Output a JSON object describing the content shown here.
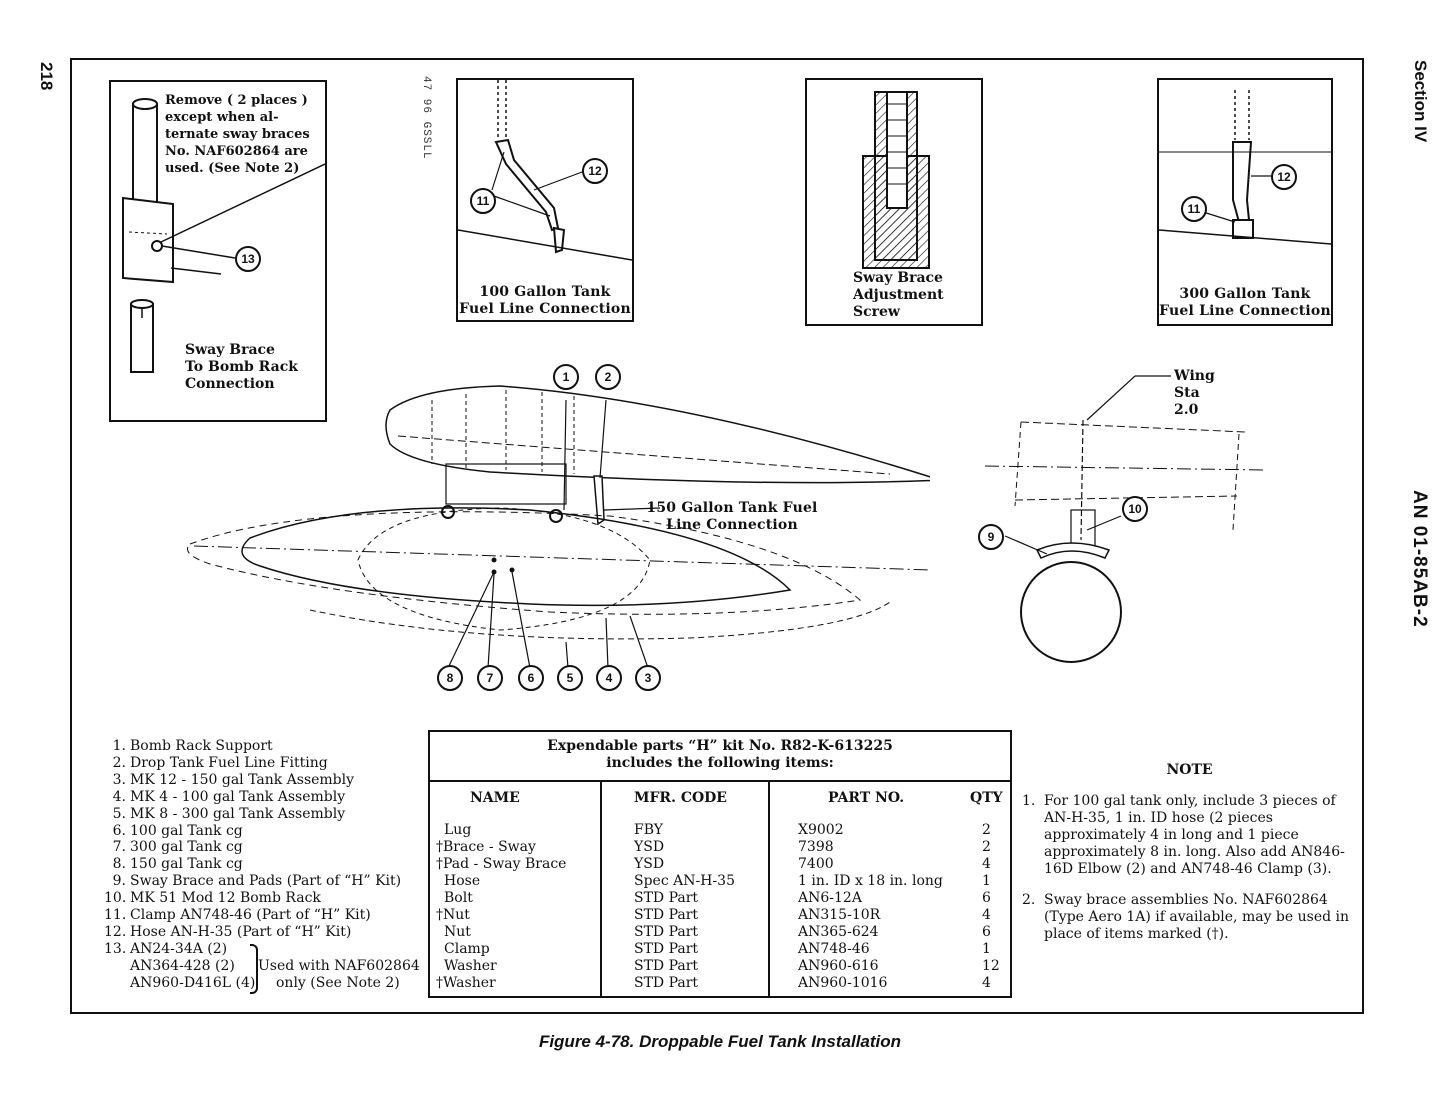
{
  "page_number": "218",
  "section": "Section IV",
  "doc_number": "AN 01-85AB-2",
  "figure_caption": "Figure 4-78. Droppable Fuel Tank Installation",
  "insets": {
    "sway_brace": {
      "note_lines": [
        "Remove ( 2 places )",
        "except when al-",
        "ternate sway braces",
        "No. NAF602864 are",
        "used. (See Note 2)"
      ],
      "caption_lines": [
        "Sway Brace",
        "To Bomb Rack",
        "Connection"
      ]
    },
    "tank100": {
      "caption_lines": [
        "100 Gallon Tank",
        "Fuel Line Connection"
      ]
    },
    "adjust": {
      "caption_lines": [
        "Sway Brace",
        "Adjustment",
        "Screw"
      ]
    },
    "tank300": {
      "caption_lines": [
        "300 Gallon Tank",
        "Fuel Line Connection"
      ]
    }
  },
  "main_labels": {
    "fuel150": [
      "150 Gallon Tank Fuel",
      "Line Connection"
    ],
    "wing_station": [
      "Wing",
      "Sta",
      "2.0"
    ]
  },
  "callouts": [
    "1",
    "2",
    "3",
    "4",
    "5",
    "6",
    "7",
    "8",
    "9",
    "10",
    "11",
    "12",
    "13"
  ],
  "parts_legend": [
    {
      "n": "1.",
      "text": "Bomb Rack Support"
    },
    {
      "n": "2.",
      "text": "Drop Tank Fuel Line Fitting"
    },
    {
      "n": "3.",
      "text": "MK 12 - 150 gal Tank Assembly"
    },
    {
      "n": "4.",
      "text": "MK  4 - 100 gal Tank Assembly"
    },
    {
      "n": "5.",
      "text": "MK  8 - 300 gal Tank Assembly"
    },
    {
      "n": "6.",
      "text": "100 gal Tank cg"
    },
    {
      "n": "7.",
      "text": "300 gal Tank cg"
    },
    {
      "n": "8.",
      "text": "150 gal Tank cg"
    },
    {
      "n": "9.",
      "text": "Sway Brace and Pads (Part of “H” Kit)"
    },
    {
      "n": "10.",
      "text": "MK 51 Mod 12 Bomb Rack"
    },
    {
      "n": "11.",
      "text": "Clamp AN748-46 (Part of “H” Kit)"
    },
    {
      "n": "12.",
      "text": "Hose AN-H-35 (Part of “H” Kit)"
    },
    {
      "n": "13.",
      "text": "AN24-34A (2)"
    }
  ],
  "item13_sub": [
    "AN364-428 (2)",
    "AN960-D416L (4)"
  ],
  "item13_note": [
    "Used with NAF602864",
    "only (See Note 2)"
  ],
  "kit": {
    "title_lines": [
      "Expendable parts “H” kit No. R82-K-613225",
      "includes the following items:"
    ],
    "headers": {
      "name": "NAME",
      "mfr": "MFR. CODE",
      "part": "PART NO.",
      "qty": "QTY"
    },
    "rows": [
      {
        "name": "Lug",
        "mfr": "FBY",
        "part": "X9002",
        "qty": "2"
      },
      {
        "name": "†Brace - Sway",
        "mfr": "YSD",
        "part": "7398",
        "qty": "2"
      },
      {
        "name": "†Pad - Sway Brace",
        "mfr": "YSD",
        "part": "7400",
        "qty": "4"
      },
      {
        "name": "Hose",
        "mfr": "Spec AN-H-35",
        "part": "1 in. ID x 18 in. long",
        "qty": "1"
      },
      {
        "name": "Bolt",
        "mfr": "STD Part",
        "part": "AN6-12A",
        "qty": "6"
      },
      {
        "name": "†Nut",
        "mfr": "STD Part",
        "part": "AN315-10R",
        "qty": "4"
      },
      {
        "name": "Nut",
        "mfr": "STD Part",
        "part": "AN365-624",
        "qty": "6"
      },
      {
        "name": "Clamp",
        "mfr": "STD Part",
        "part": "AN748-46",
        "qty": "1"
      },
      {
        "name": "Washer",
        "mfr": "STD Part",
        "part": "AN960-616",
        "qty": "12"
      },
      {
        "name": "†Washer",
        "mfr": "STD Part",
        "part": "AN960-1016",
        "qty": "4"
      }
    ]
  },
  "note": {
    "heading": "NOTE",
    "items": [
      {
        "n": "1.",
        "text": "For 100 gal tank only, include 3 pieces of AN-H-35, 1 in. ID hose (2 pieces approximately 4 in long and 1 piece approximately 8 in. long. Also add AN846-16D Elbow (2) and AN748-46 Clamp (3)."
      },
      {
        "n": "2.",
        "text": "Sway brace assemblies No. NAF602864 (Type Aero 1A) if available, may be used in place of items marked (†)."
      }
    ]
  },
  "marginal_scrawl": "47 96 GSSLL"
}
